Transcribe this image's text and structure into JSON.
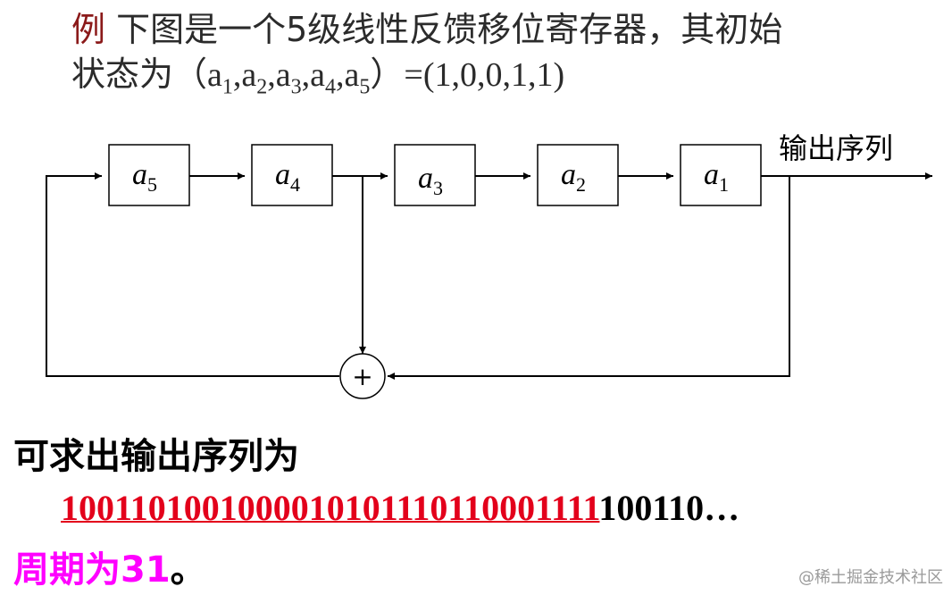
{
  "intro": {
    "example_word": "例",
    "line1_text": " 下图是一个5级线性反馈移位寄存器，其初始",
    "line2_prefix": "状态为（",
    "state_vars": [
      {
        "base": "a",
        "sub": "1",
        "sep": ","
      },
      {
        "base": "a",
        "sub": "2",
        "sep": ","
      },
      {
        "base": "a",
        "sub": "3",
        "sep": ","
      },
      {
        "base": "a",
        "sub": "4",
        "sep": ","
      },
      {
        "base": "a",
        "sub": "5",
        "sep": ""
      }
    ],
    "line2_suffix": "）=(1,0,0,1,1)"
  },
  "diagram": {
    "registers": [
      {
        "base": "a",
        "sub": "5"
      },
      {
        "base": "a",
        "sub": "4"
      },
      {
        "base": "a",
        "sub": "3"
      },
      {
        "base": "a",
        "sub": "2"
      },
      {
        "base": "a",
        "sub": "1"
      }
    ],
    "output_label": "输出序列",
    "xor_symbol": "+"
  },
  "result": {
    "title": "可求出输出序列为",
    "sequence_period": "1001101001000010101110110001111",
    "sequence_tail": "100110…",
    "period_label": "周期为31",
    "period_end": "。"
  },
  "watermark": "@稀土掘金技术社区",
  "colors": {
    "example": "#8b1a1a",
    "sequence_period": "#e3001b",
    "period_label": "#ff00ff",
    "line": "#000000"
  }
}
